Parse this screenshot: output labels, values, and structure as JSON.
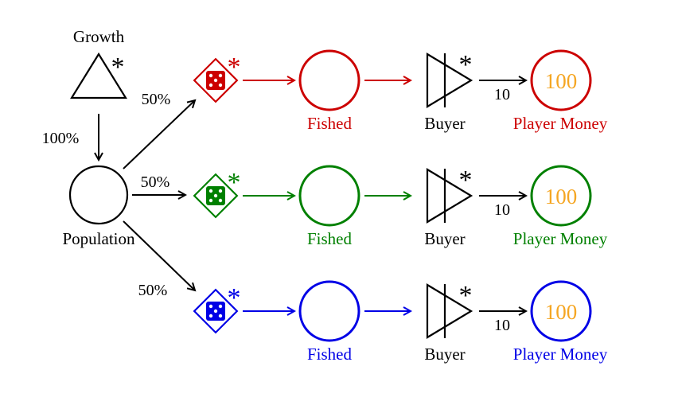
{
  "source": {
    "label": "Growth",
    "color": "#000000"
  },
  "pool": {
    "label": "Population",
    "color": "#000000"
  },
  "source_rate": "100%",
  "star_glyph": "*",
  "players": [
    {
      "color": "#cc0000",
      "split_label": "50%",
      "fished_label": "Fished",
      "buyer_label": "Buyer",
      "buyer_rate": "10",
      "money_label": "Player Money",
      "money_value": "100",
      "money_value_color": "#f5a623"
    },
    {
      "color": "#008000",
      "split_label": "50%",
      "fished_label": "Fished",
      "buyer_label": "Buyer",
      "buyer_rate": "10",
      "money_label": "Player Money",
      "money_value": "100",
      "money_value_color": "#f5a623"
    },
    {
      "color": "#0000e6",
      "split_label": "50%",
      "fished_label": "Fished",
      "buyer_label": "Buyer",
      "buyer_rate": "10",
      "money_label": "Player Money",
      "money_value": "100",
      "money_value_color": "#f5a623"
    }
  ]
}
